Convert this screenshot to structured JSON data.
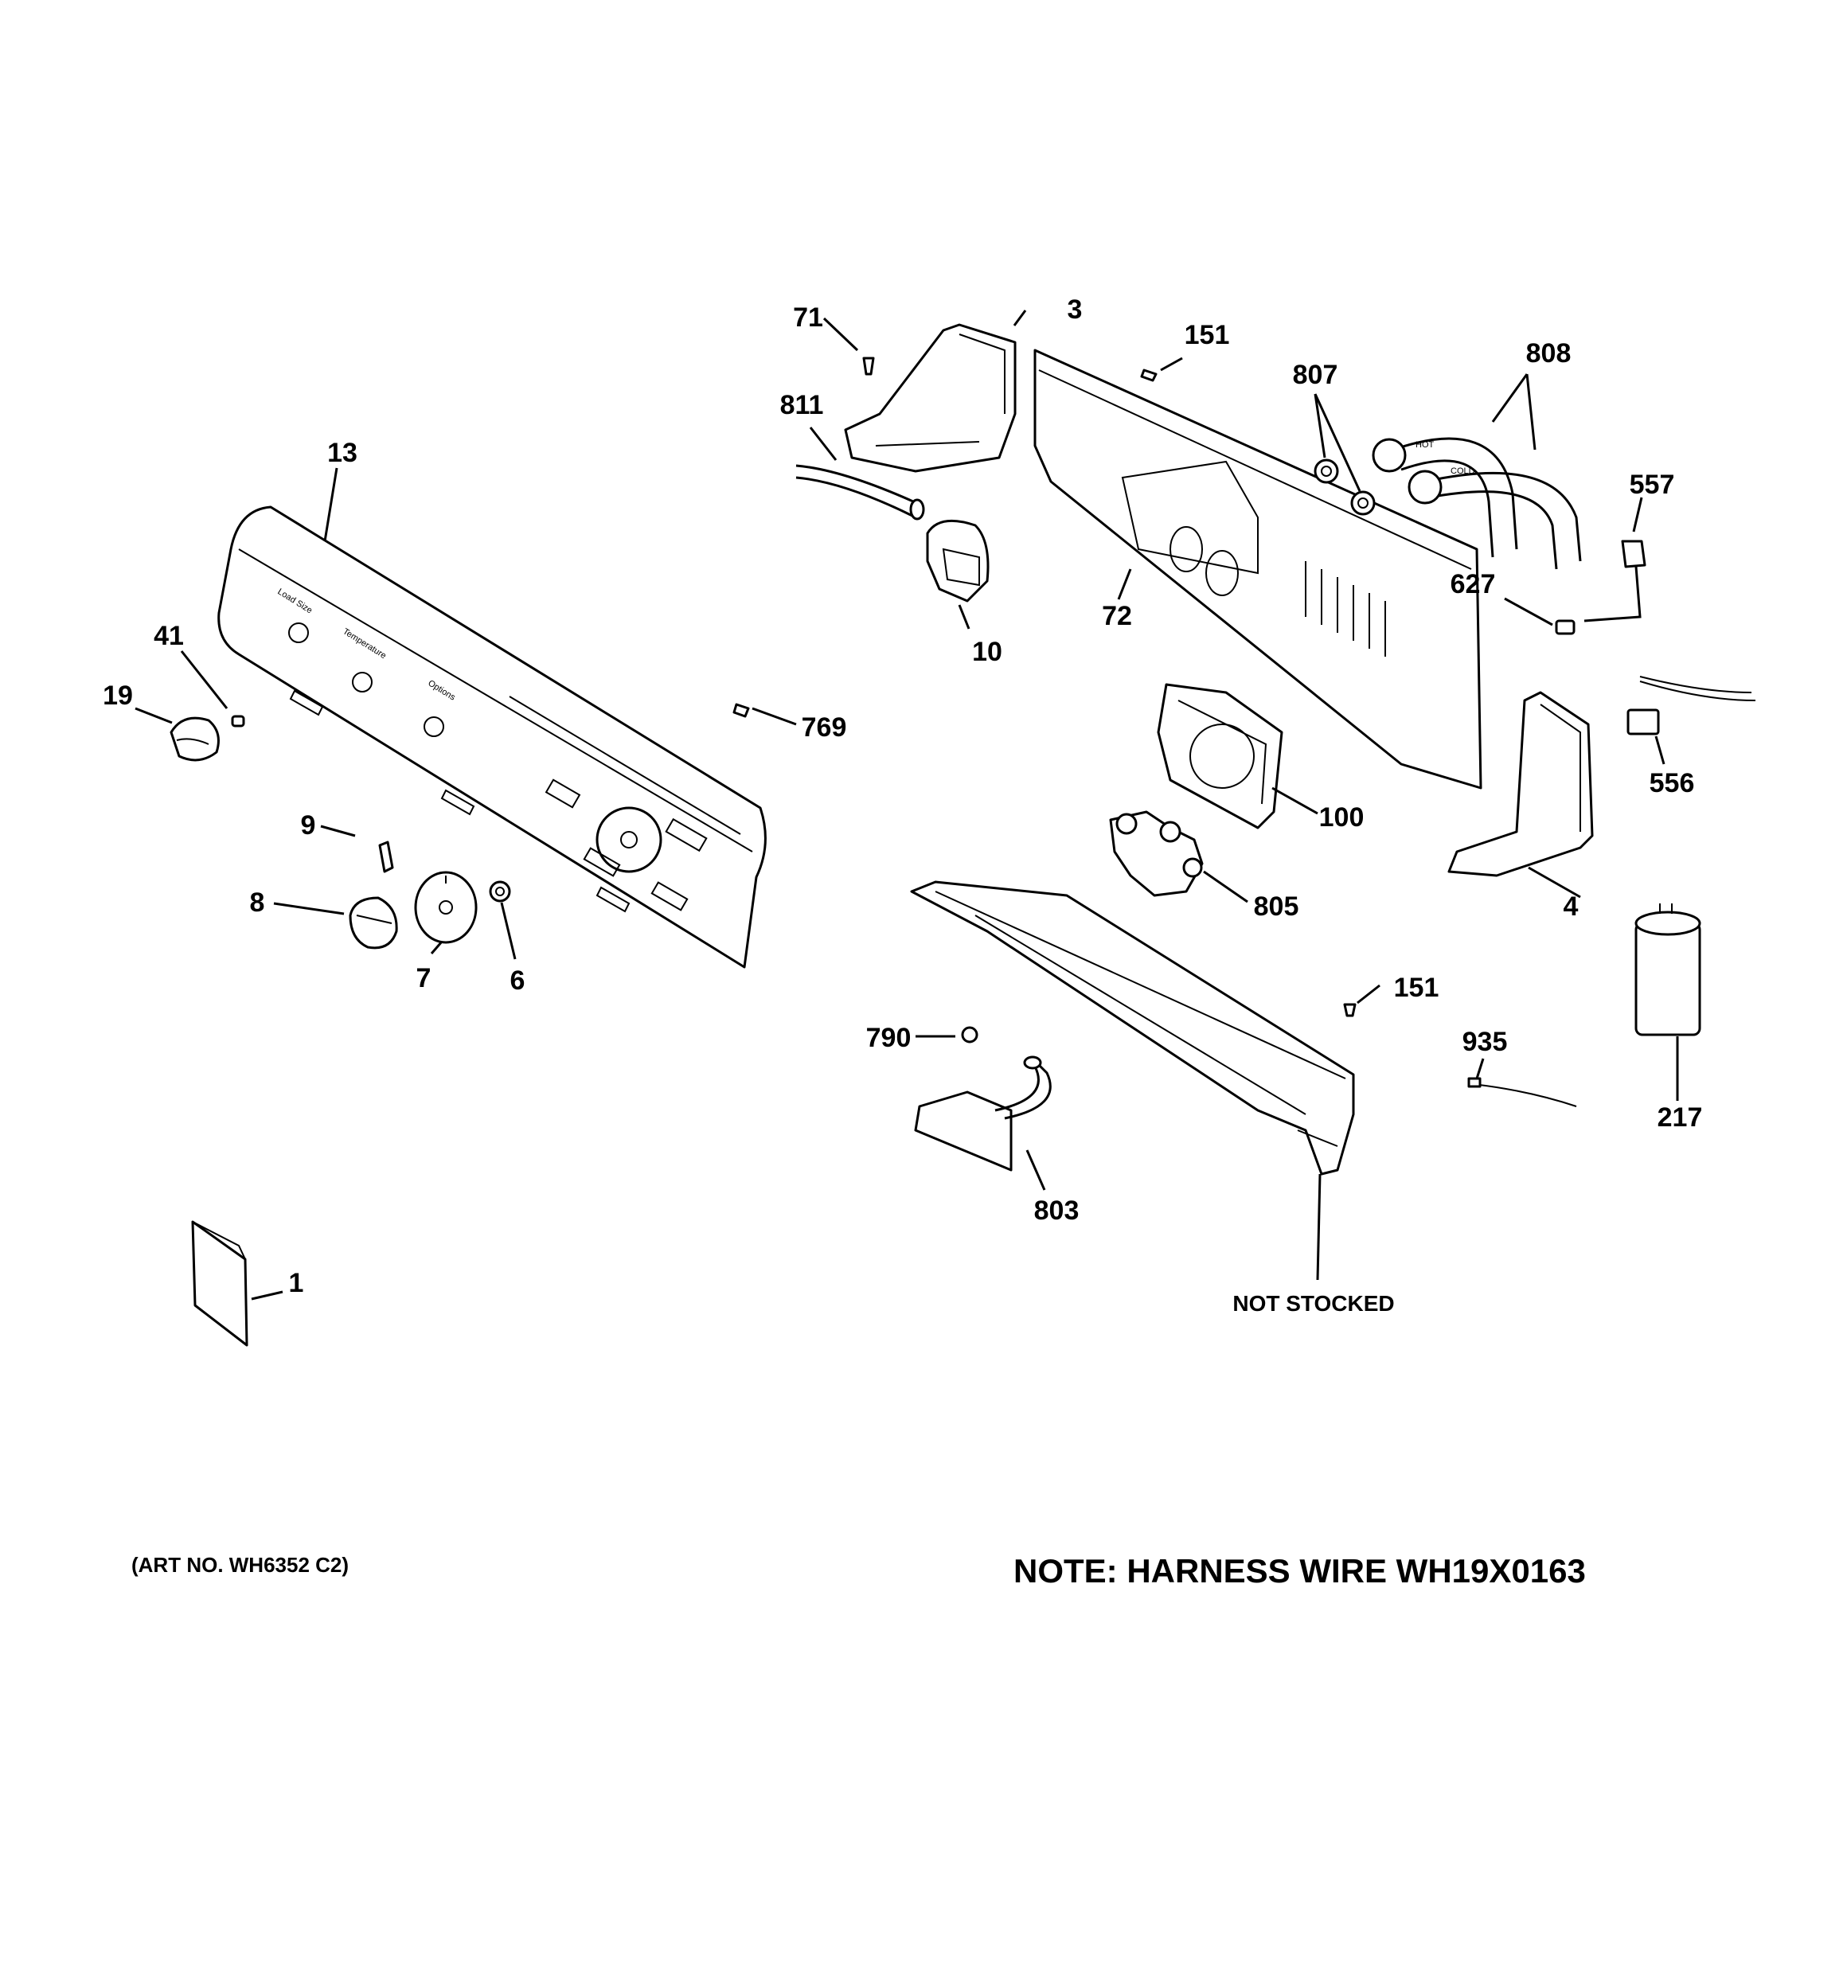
{
  "callouts": {
    "c1": "1",
    "c3": "3",
    "c4": "4",
    "c6": "6",
    "c7": "7",
    "c8": "8",
    "c9": "9",
    "c10": "10",
    "c13": "13",
    "c19": "19",
    "c41": "41",
    "c71": "71",
    "c72": "72",
    "c100": "100",
    "c151a": "151",
    "c151b": "151",
    "c217": "217",
    "c556": "556",
    "c557": "557",
    "c627": "627",
    "c769": "769",
    "c790": "790",
    "c803": "803",
    "c805": "805",
    "c807": "807",
    "c808": "808",
    "c811": "811",
    "c935": "935"
  },
  "panel_text": {
    "load_size": "Load Size",
    "temperature": "Temperature",
    "options": "Options"
  },
  "hose_text": {
    "hot": "HOT",
    "cold": "COLD"
  },
  "not_stocked": "NOT STOCKED",
  "art_no": "(ART NO. WH6352 C2)",
  "note": "NOTE: HARNESS WIRE WH19X0163"
}
